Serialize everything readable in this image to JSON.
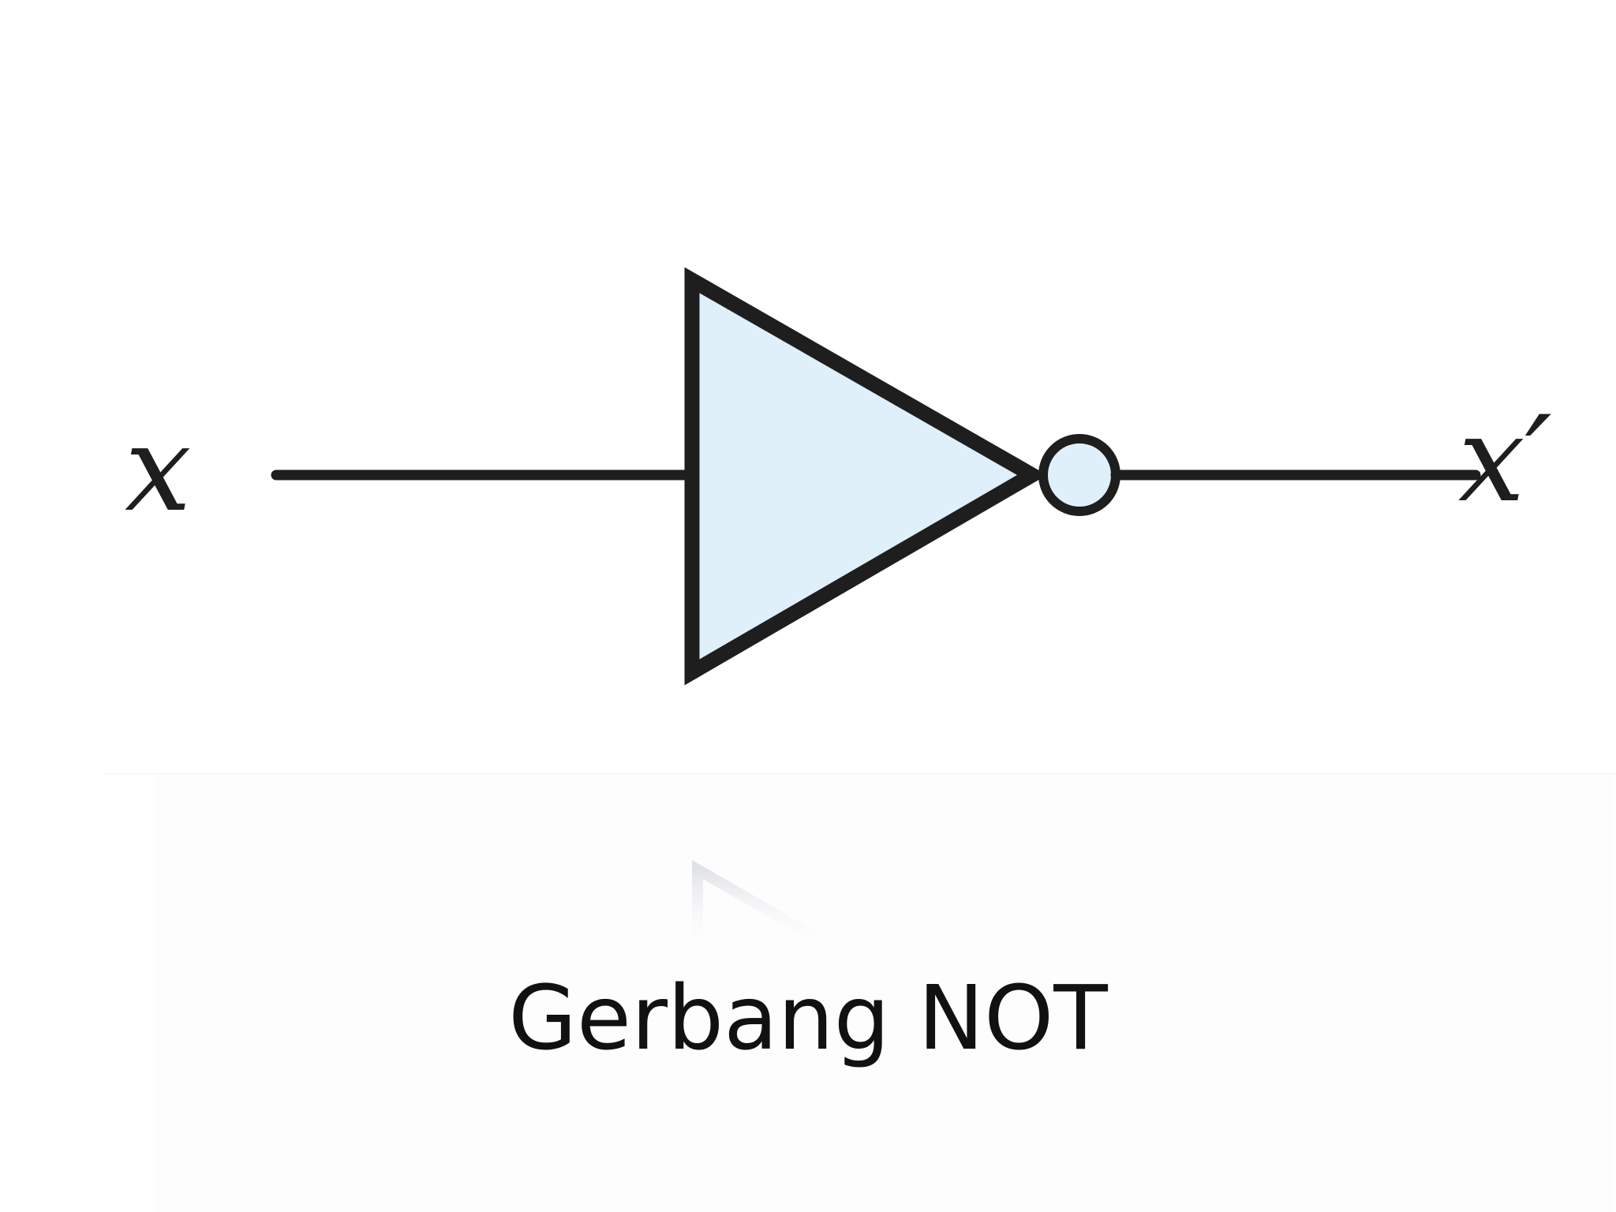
{
  "diagram": {
    "gate_type": "NOT",
    "input_label": "x",
    "output_label": "x′",
    "caption": "Gerbang NOT",
    "colors": {
      "gate_fill": "#dff0fb",
      "stroke": "#1e1e1e",
      "caption": "#111111"
    }
  }
}
